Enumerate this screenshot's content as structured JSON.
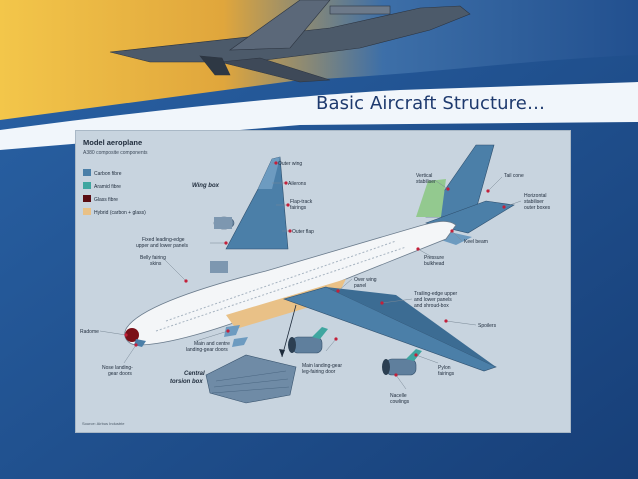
{
  "slide": {
    "title": "Basic Aircraft Structure…",
    "title_color": "#1e3a6e",
    "background_color": "#1f4e8c",
    "band_color": "#f1f6fb"
  },
  "diagram": {
    "title": "Model aeroplane",
    "subtitle": "A380 composite components",
    "legend": [
      {
        "label": "Carbon fibre",
        "color": "#4b7fa8"
      },
      {
        "label": "Aramid fibre",
        "color": "#3fa6a0"
      },
      {
        "label": "Glass fibre",
        "color": "#5a0c12"
      },
      {
        "label": "Hybrid (carbon + glass)",
        "color": "#e9c187"
      }
    ],
    "labels": {
      "wing_box": "Wing box",
      "central_torsion_box_1": "Central",
      "central_torsion_box_2": "torsion box",
      "outer_wing": "Outer wing",
      "ailerons": "Ailerons",
      "flap_track_1": "Flap-track",
      "flap_track_2": "fairings",
      "outer_flap": "Outer flap",
      "fixed_le_1": "Fixed leading-edge",
      "fixed_le_2": "upper and lower panels",
      "belly_1": "Belly fairing",
      "belly_2": "skins",
      "radome": "Radome",
      "nose_gear_1": "Nose landing-",
      "nose_gear_2": "gear doors",
      "main_gear_1": "Main and centre",
      "main_gear_2": "landing-gear doors",
      "vertical_stab_1": "Vertical",
      "vertical_stab_2": "stabiliser",
      "tail_cone": "Tail cone",
      "horizontal_1": "Horizontal",
      "horizontal_2": "stabiliser",
      "horizontal_3": "outer boxes",
      "keel_beam": "Keel beam",
      "pressure_1": "Pressure",
      "pressure_2": "bulkhead",
      "over_wing_1": "Over wing",
      "over_wing_2": "panel",
      "trailing_1": "Trailing-edge upper",
      "trailing_2": "and lower panels",
      "trailing_3": "and shroud-box",
      "spoilers": "Spoilers",
      "main_lg_1": "Main landing-gear",
      "main_lg_2": "leg-fairing door",
      "pylon_1": "Pylon",
      "pylon_2": "fairings",
      "nacelle_1": "Nacelle",
      "nacelle_2": "cowlings",
      "source": "Source: Airbus Industrie"
    }
  }
}
